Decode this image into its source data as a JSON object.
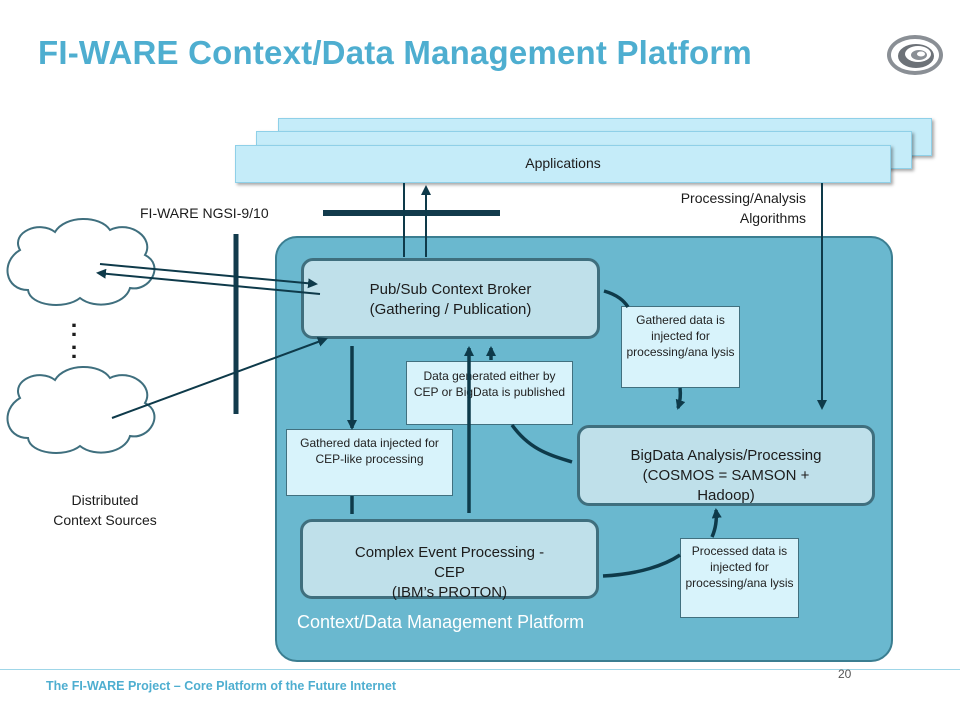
{
  "title": "FI-WARE Context/Data Management Platform",
  "applications_label": "Applications",
  "ngsi_label": "FI-WARE NGSI-9/10",
  "processing_label": "Processing/Analysis\nAlgorithms",
  "context_sources_label": "Distributed\nContext Sources",
  "ellipsis": ":\n:",
  "components": {
    "pubsub": "Pub/Sub Context Broker\n(Gathering / Publication)",
    "bigdata": "BigData Analysis/Processing\n(COSMOS = SAMSON +\nHadoop)",
    "cep": "Complex Event Processing -\nCEP\n(IBM’s PROTON)"
  },
  "notes": {
    "gathered_bigdata": "Gathered data is injected for processing/ana lysis",
    "published": "Data generated either by CEP or BigData is published",
    "gathered_cep": "Gathered data injected for CEP-like processing",
    "processed": "Processed data is injected for processing/ana lysis"
  },
  "platform_label": "Context/Data Management Platform",
  "footer": {
    "text": "The FI-WARE Project – Core Platform of the Future Internet",
    "page": "20"
  },
  "colors": {
    "title": "#4eaed0",
    "platform_fill": "#6ab8cf",
    "component_fill": "#bfe0ea",
    "note_fill": "#d8f3fb",
    "arrow": "#0e3a4a"
  }
}
